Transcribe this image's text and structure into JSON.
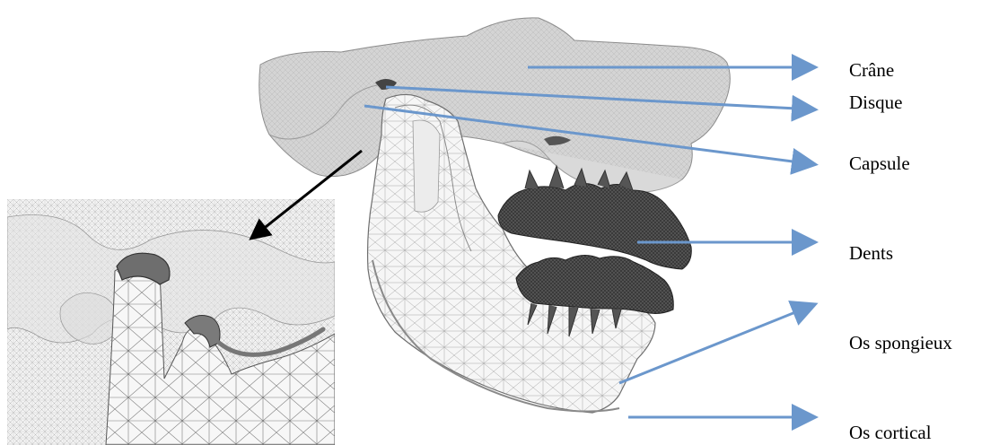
{
  "labels": {
    "crane": "Crâne",
    "disque": "Disque",
    "capsule": "Capsule",
    "dents": "Dents",
    "os_spongieux": "Os spongieux",
    "os_cortical": "Os cortical"
  },
  "colors": {
    "arrow": "#6b97cc",
    "zoom_arrow": "#000000",
    "skull": "#cfcfcf",
    "mesh": "#8a8a8a",
    "teeth": "#3a3a3a",
    "jaw": "#f4f4f4"
  }
}
